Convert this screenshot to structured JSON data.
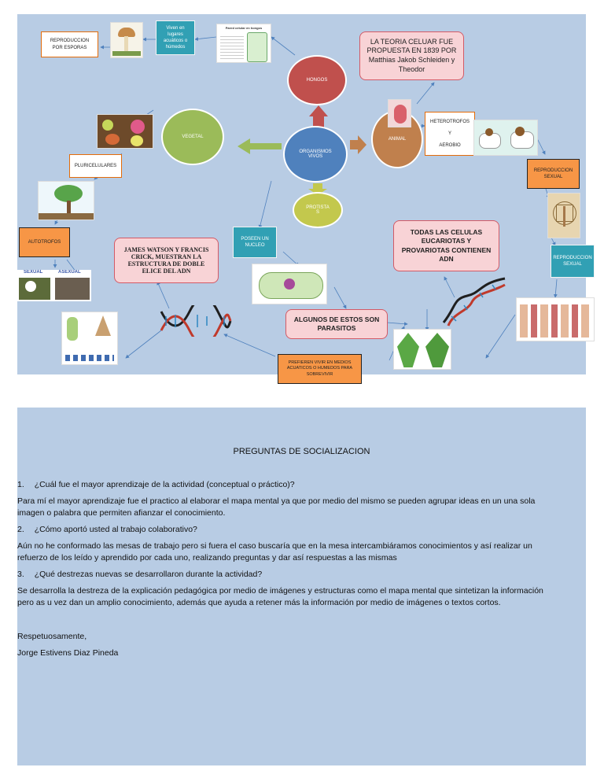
{
  "map": {
    "center": "ORGANISMOS VIVOS",
    "hongos": "HONGOS",
    "vegetal": "VEGETAL",
    "animal": "ANIMAL",
    "protista_line1": "PROTISTA",
    "protista_line2": "S",
    "reproduccion_esporas": "REPRODUCCION POR ESPORAS",
    "viven_lugares": "Viven en lugares acuáticos o húmedos",
    "pared_celular": "Pared celular en hongos",
    "teoria_celular": "LA TEORIA CELUAR FUE PROPUESTA EN 1839 POR Matthias Jakob Schleiden y Theodor",
    "heterotrofos": "HETEROTROFOS",
    "y": "Y",
    "aerobio": "AEROBIO",
    "reproduccion_sexual_1": "REPRODUCCION SEXUAL",
    "reproduccion_sexual_2": "REPRODUCCION SEXUAL",
    "pluricelulares": "PLURICELULARES",
    "autotrofos": "AUTOTROFOS",
    "sexual": "SEXUAL",
    "asexual": "ASEXUAL",
    "watson_crick": "JAMES WATSON Y FRANCIS CRICK, MUESTRAN LA ESTRUCTURA DE DOBLE ELICE DEL ADN",
    "poseen_nucleo": "POSEEN UN NUCLEO",
    "algunos_parasitos": "ALGUNOS DE ESTOS SON PARASITOS",
    "todas_celulas": "TODAS LAS CELULAS EUCARIOTAS Y PROVARIOTAS CONTIENEN ADN",
    "prefieren_vivir": "PREFIEREN VIVIR EN MEDIOS ACUATICOS O HUMEDOS PARA SOBREVIVIR"
  },
  "doc": {
    "title": "PREGUNTAS DE SOCIALIZACION",
    "q1_num": "1.",
    "q1": "¿Cuál fue el mayor aprendizaje de la actividad (conceptual o práctico)?",
    "a1_l1": "Para mí el mayor aprendizaje fue el practico al elaborar el mapa mental ya que por medio del mismo se pueden agrupar ideas en un una sola",
    "a1_l2": "imagen o palabra que permiten afianzar el conocimiento.",
    "q2_num": "2.",
    "q2": "¿Cómo aportó usted al trabajo colaborativo?",
    "a2_l1": "Aún no he conformado las mesas de trabajo pero si fuera el caso buscaría que en la mesa intercambiáramos conocimientos y así realizar un",
    "a2_l2": "refuerzo de los leído y aprendido por cada uno, realizando preguntas y dar así respuestas a las mismas",
    "q3_num": "3.",
    "q3": "¿Qué destrezas nuevas se desarrollaron durante la actividad?",
    "a3_l1": "Se desarrolla la destreza de la explicación pedagógica por medio de imágenes y estructuras como el mapa mental que sintetizan la información",
    "a3_l2": "pero as u vez dan un amplio conocimiento, además que ayuda a retener más la información por medio de imágenes o textos cortos.",
    "closing": "Respetuosamente,",
    "author": "Jorge Estivens Diaz Pineda"
  },
  "colors": {
    "panel": "#b8cce4",
    "center_bubble": "#4f81bd",
    "hongos_bubble": "#c0504d",
    "vegetal_bubble": "#9bbb59",
    "animal_bubble": "#c0804d",
    "protista_bubble": "#c3c84d"
  }
}
